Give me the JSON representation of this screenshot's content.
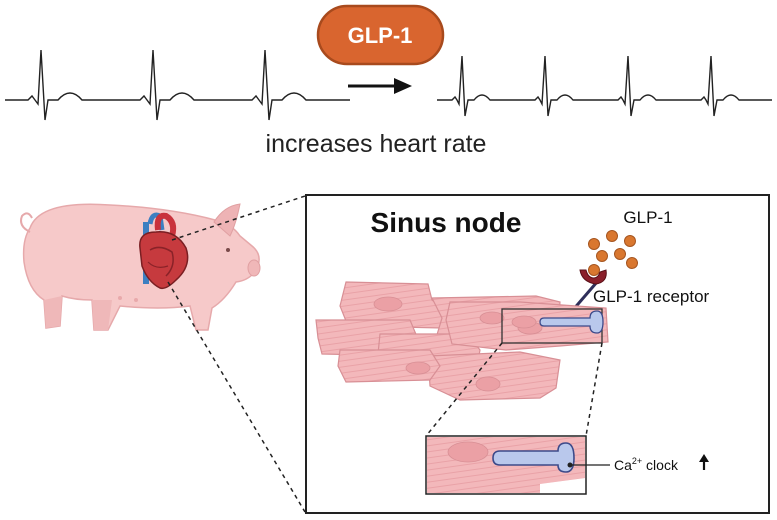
{
  "top": {
    "hormone_label": "GLP-1",
    "effect_caption": "increases heart rate"
  },
  "panel": {
    "title": "Sinus node",
    "ligand_label": "GLP-1",
    "receptor_label": "GLP-1 receptor",
    "clock_label_base": "Ca",
    "clock_label_sup": "2+",
    "clock_label_tail": " clock"
  },
  "colors": {
    "pill_fill": "#d9652f",
    "pill_stroke": "#a84a1d",
    "ligand": "#d9772f",
    "receptor": "#8a1f2a",
    "cell_fill": "#f3b8bb",
    "cell_stroke": "#d88f95",
    "calcium_store": "#b9c8ec",
    "pig": "#f6c9c9",
    "ecg": "#222222"
  },
  "icons": [
    "arrow-right-icon",
    "pig-illustration",
    "heart-icon",
    "arrow-up-icon"
  ]
}
